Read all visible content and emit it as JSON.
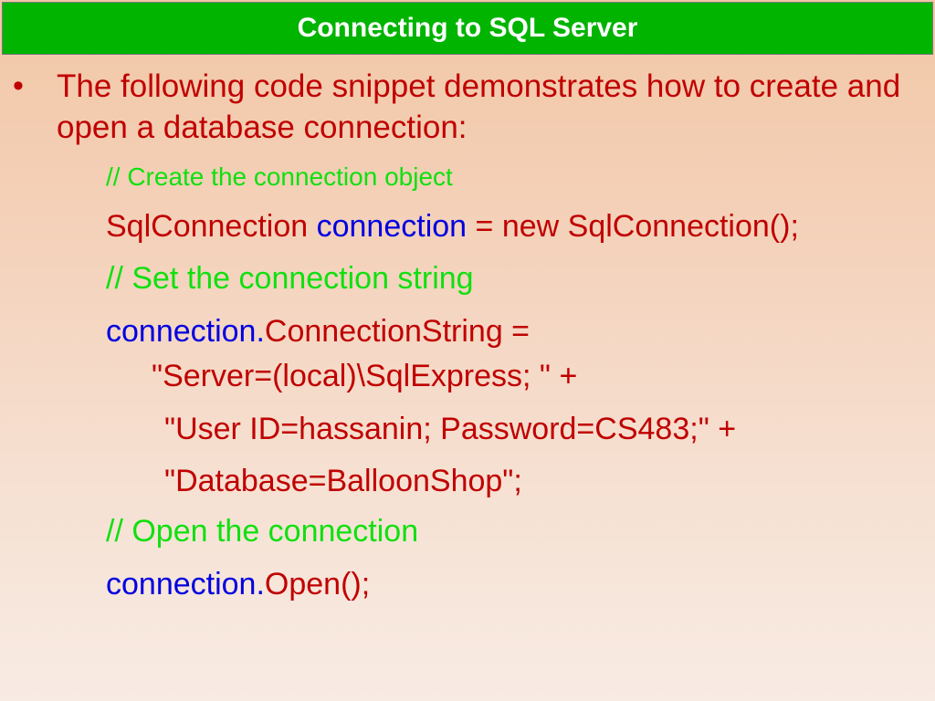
{
  "slide": {
    "title": "Connecting to SQL Server",
    "bullet_mark": "•",
    "bullet_text": "The following code snippet demonstrates how to create and open a database connection:",
    "code": {
      "comment_create": "// Create the connection object",
      "line1_type": "SqlConnection ",
      "line1_var": "connection",
      "line1_rest": " = new SqlConnection();",
      "comment_set": "// Set the connection string",
      "line2_var": "connection.",
      "line2_prop": "ConnectionString =",
      "line3": "\"Server=(local)\\SqlExpress; \" +",
      "line4": "\"User ID=hassanin; Password=CS483;\" +",
      "line5": "\"Database=BalloonShop\";",
      "comment_open": "// Open the connection",
      "line6_var": "connection.",
      "line6_rest": "Open();"
    }
  },
  "colors": {
    "title_bar": "#00b400",
    "title_text": "#ffffff",
    "text_red": "#c00000",
    "code_blue": "#0000e0",
    "comment_green": "#10e010"
  }
}
